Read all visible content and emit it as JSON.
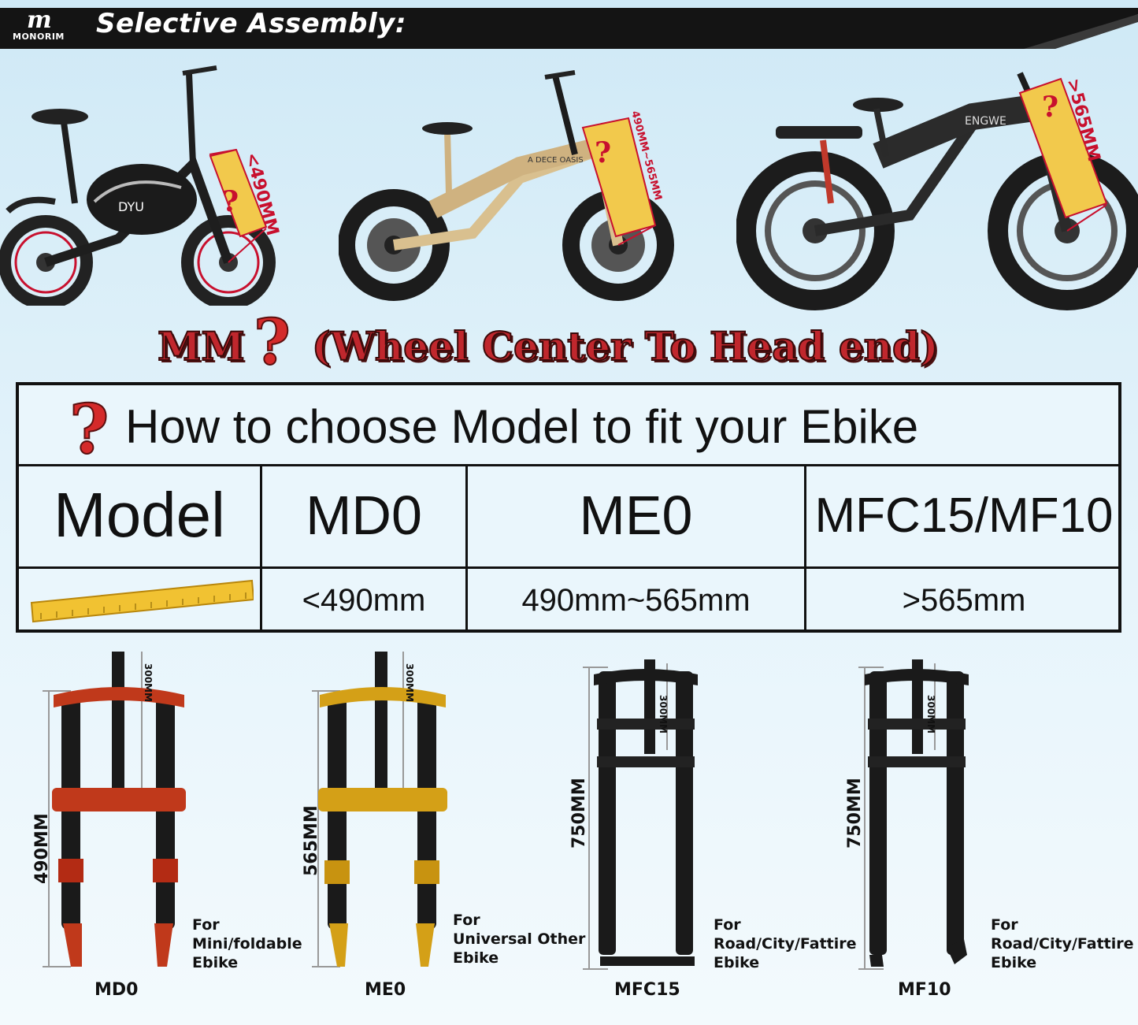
{
  "brand": {
    "name": "MONORIM",
    "mark": "m"
  },
  "header": {
    "title": "Selective Assembly:"
  },
  "bikes": [
    {
      "brand_label": "DYU",
      "measure_label": "<490MM"
    },
    {
      "brand_label": "A DECE OASIS",
      "measure_label": "490MM~565MM"
    },
    {
      "brand_label": "ENGWE",
      "measure_label": ">565MM"
    }
  ],
  "subtitle": {
    "prefix": "MM",
    "text": "(Wheel Center To Head end)"
  },
  "table": {
    "question": "How to choose Model to fit your Ebike",
    "model_header": "Model",
    "models": [
      "MD0",
      "ME0",
      "MFC15/MF10"
    ],
    "ranges": [
      "<490mm",
      "490mm~565mm",
      ">565mm"
    ]
  },
  "forks": [
    {
      "name": "MD0",
      "length": "490MM",
      "top": "300MM",
      "usage": "For\nMini/foldable\nEbike",
      "color": "#c0391b"
    },
    {
      "name": "ME0",
      "length": "565MM",
      "top": "300MM",
      "usage": "For\nUniversal Other\nEbike",
      "color": "#d4a017"
    },
    {
      "name": "MFC15",
      "length": "750MM",
      "top": "300MM",
      "usage": "For\nRoad/City/Fattire\nEbike",
      "color": "#1a1a1a"
    },
    {
      "name": "MF10",
      "length": "750MM",
      "top": "300MM",
      "usage": "For\nRoad/City/Fattire\nEbike",
      "color": "#1a1a1a"
    }
  ]
}
